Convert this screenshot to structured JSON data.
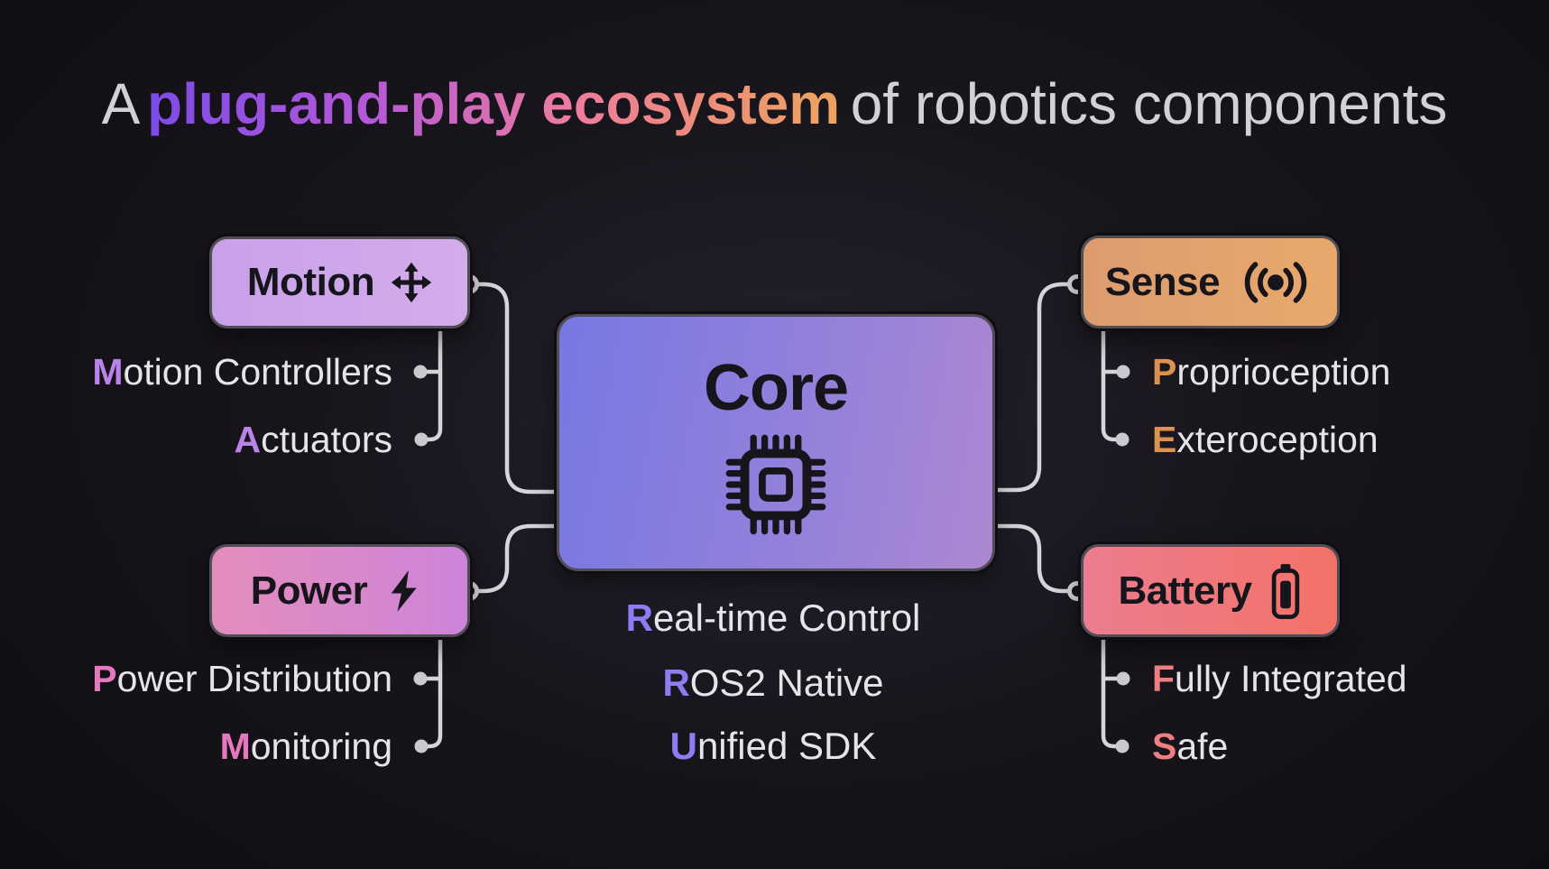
{
  "title": {
    "prefix": "A",
    "highlight": "plug-and-play ecosystem",
    "suffix": "of robotics components"
  },
  "core": {
    "label": "Core",
    "icon": "cpu-chip-icon",
    "features": [
      {
        "lead": "R",
        "rest": "eal-time Control"
      },
      {
        "lead": "R",
        "rest": "OS2 Native"
      },
      {
        "lead": "U",
        "rest": "nified SDK"
      }
    ]
  },
  "branches": {
    "motion": {
      "label": "Motion",
      "icon": "move-arrows-icon",
      "accent": "#b983ea",
      "items": [
        {
          "lead": "M",
          "rest": "otion Controllers"
        },
        {
          "lead": "A",
          "rest": "ctuators"
        }
      ]
    },
    "sense": {
      "label": "Sense",
      "icon": "radar-waves-icon",
      "accent": "#dd9150",
      "items": [
        {
          "lead": "P",
          "rest": "roprioception"
        },
        {
          "lead": "E",
          "rest": "xteroception"
        }
      ]
    },
    "power": {
      "label": "Power",
      "icon": "lightning-bolt-icon",
      "accent": "#e678c0",
      "items": [
        {
          "lead": "P",
          "rest": "ower Distribution"
        },
        {
          "lead": "M",
          "rest": "onitoring"
        }
      ]
    },
    "battery": {
      "label": "Battery",
      "icon": "battery-icon",
      "accent": "#ef7e80",
      "items": [
        {
          "lead": "F",
          "rest": "ully Integrated"
        },
        {
          "lead": "S",
          "rest": "afe"
        }
      ]
    }
  },
  "colors": {
    "background": "#141117",
    "connector": "#d6d4d9",
    "box_text": "#17151c",
    "item_text": "#e6e4e8",
    "title_text": "#d3d1d6",
    "title_gradient": [
      "#7c4ce8",
      "#b558d8",
      "#ee7d9c",
      "#ec8b7e",
      "#eda45f"
    ],
    "core_box": [
      "#7678e2",
      "#ad88d2"
    ],
    "core_accent": "#8d7cf2",
    "motion_box": [
      "#c9a1e9",
      "#d3aceb"
    ],
    "sense_box": [
      "#dd9c6e",
      "#e8a96c"
    ],
    "power_box": [
      "#e48dbc",
      "#cd84d9"
    ],
    "battery_box": [
      "#ec7c8f",
      "#f37267"
    ]
  }
}
